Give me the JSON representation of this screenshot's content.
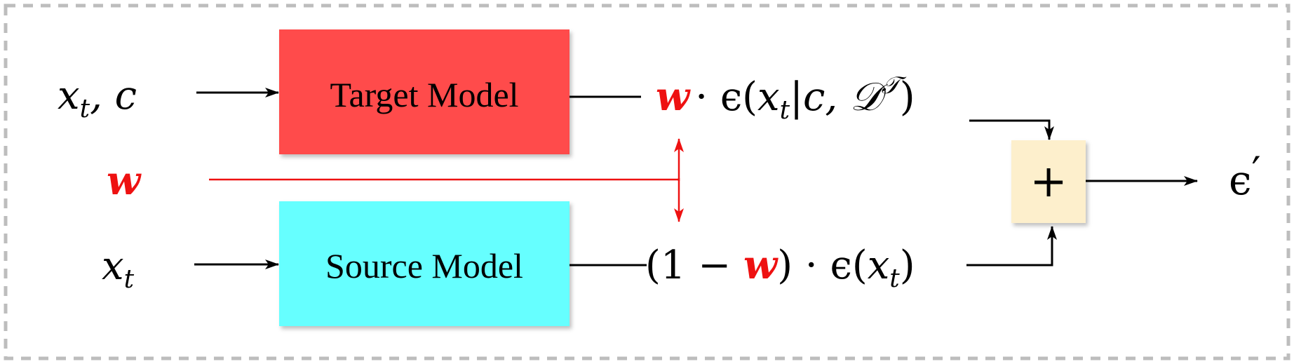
{
  "colors": {
    "target_box": "#ff4b4b",
    "source_box": "#66ffff",
    "sum_box": "#fdefcc",
    "weight": "#ee1111",
    "line": "#000000",
    "frame": "#bdbdbd"
  },
  "inputs": {
    "top": "x",
    "top_sub": "t",
    "top_tail": ", c",
    "weight": "w",
    "bottom": "x",
    "bottom_sub": "t"
  },
  "models": {
    "target_label": "Target Model",
    "source_label": "Source Model"
  },
  "terms": {
    "top_w": "w",
    "top_dot_eps": "· ϵ(",
    "top_x": "x",
    "top_x_sub": "t",
    "top_cond": "|c, ",
    "top_D": "𝒟",
    "top_D_sup": "𝒯",
    "top_close": ")",
    "bottom_open": "(1 − ",
    "bottom_w": "w",
    "bottom_mid": ") ·  ϵ(",
    "bottom_x": "x",
    "bottom_x_sub": "t",
    "bottom_close": ")"
  },
  "sum_symbol": "+",
  "output": {
    "symbol": "ϵ",
    "prime": "′"
  }
}
